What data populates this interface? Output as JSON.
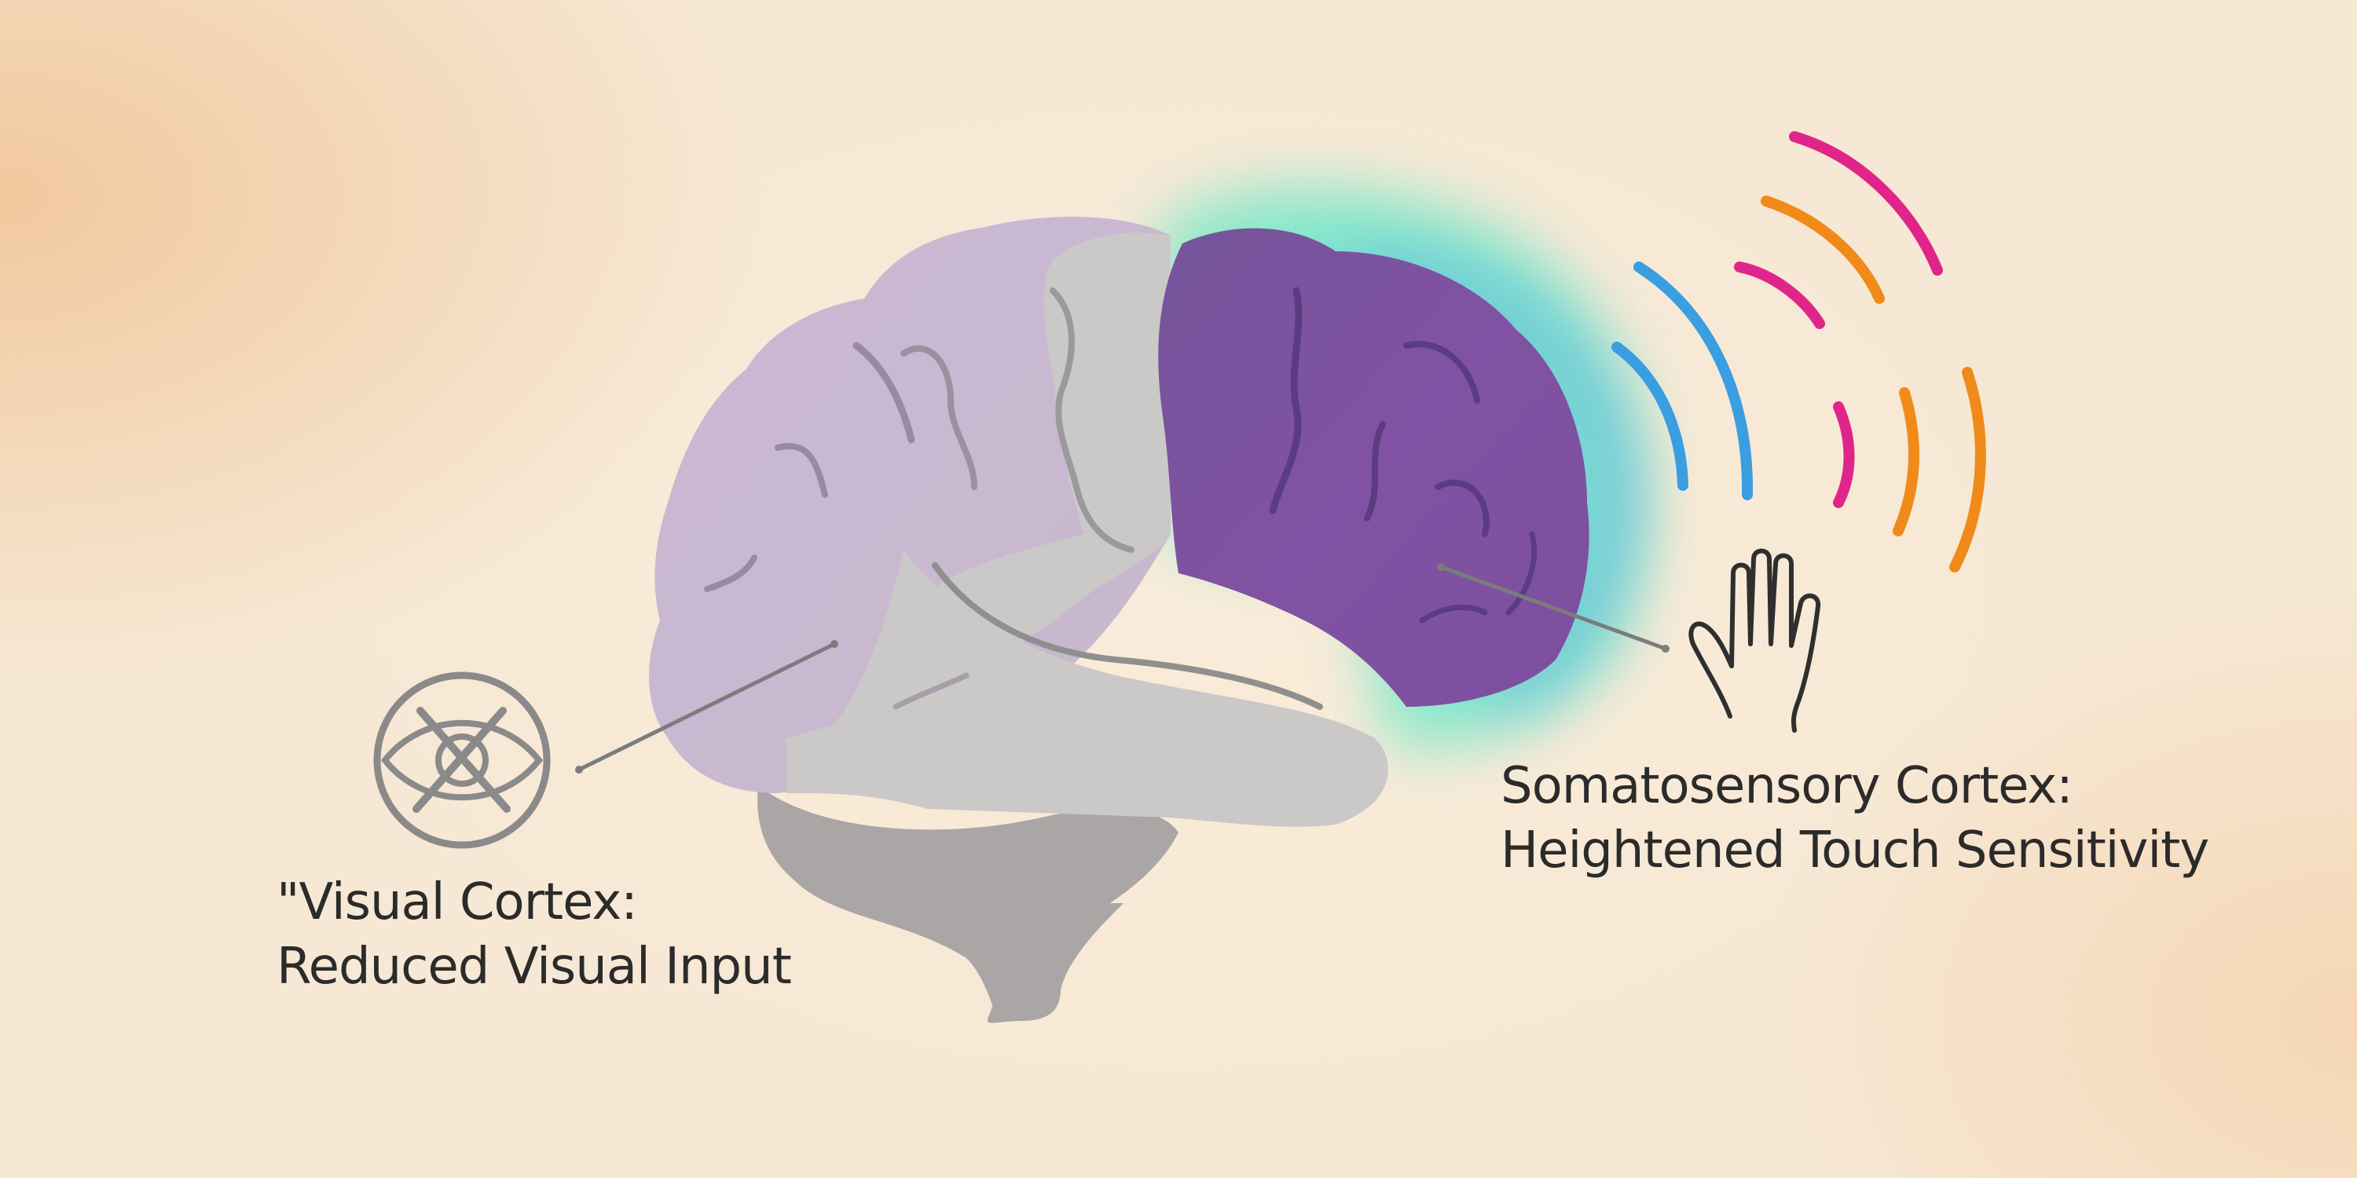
{
  "visual_cortex": {
    "line1": "\"Visual Cortex:",
    "line2": "Reduced Visual Input"
  },
  "somatosensory_cortex": {
    "line1": "Somatosensory Cortex:",
    "line2": "Heightened Touch Sensitivity"
  },
  "icons": {
    "left": "crossed-out-eye-icon",
    "right": "open-hand-icon"
  },
  "colors": {
    "background": "#f6e8d4",
    "brain_lavender": "#c9b8d0",
    "brain_gray": "#cbc8c8",
    "cerebellum_gray": "#a9a6a5",
    "somatosensory_purple": "#7e52a0",
    "glow_teal": "#6fe8c9",
    "glow_blue": "#5aa8e6",
    "wave_blue": "#3a9ee0",
    "wave_pink": "#e0258a",
    "wave_orange": "#f08a1a"
  }
}
